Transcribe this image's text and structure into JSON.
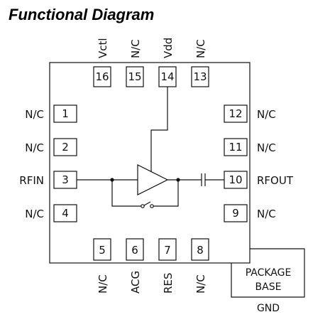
{
  "title": "Functional Diagram",
  "pins": [
    {
      "num": "1",
      "label": "N/C"
    },
    {
      "num": "2",
      "label": "N/C"
    },
    {
      "num": "3",
      "label": "RFIN"
    },
    {
      "num": "4",
      "label": "N/C"
    },
    {
      "num": "5",
      "label": "N/C"
    },
    {
      "num": "6",
      "label": "ACG"
    },
    {
      "num": "7",
      "label": "RES"
    },
    {
      "num": "8",
      "label": "N/C"
    },
    {
      "num": "9",
      "label": "N/C"
    },
    {
      "num": "10",
      "label": "RFOUT"
    },
    {
      "num": "11",
      "label": "N/C"
    },
    {
      "num": "12",
      "label": "N/C"
    },
    {
      "num": "13",
      "label": "N/C"
    },
    {
      "num": "14",
      "label": "Vdd"
    },
    {
      "num": "15",
      "label": "N/C"
    },
    {
      "num": "16",
      "label": "Vctl"
    }
  ],
  "package_base": {
    "line1": "PACKAGE",
    "line2": "BASE",
    "ground_label": "GND"
  }
}
